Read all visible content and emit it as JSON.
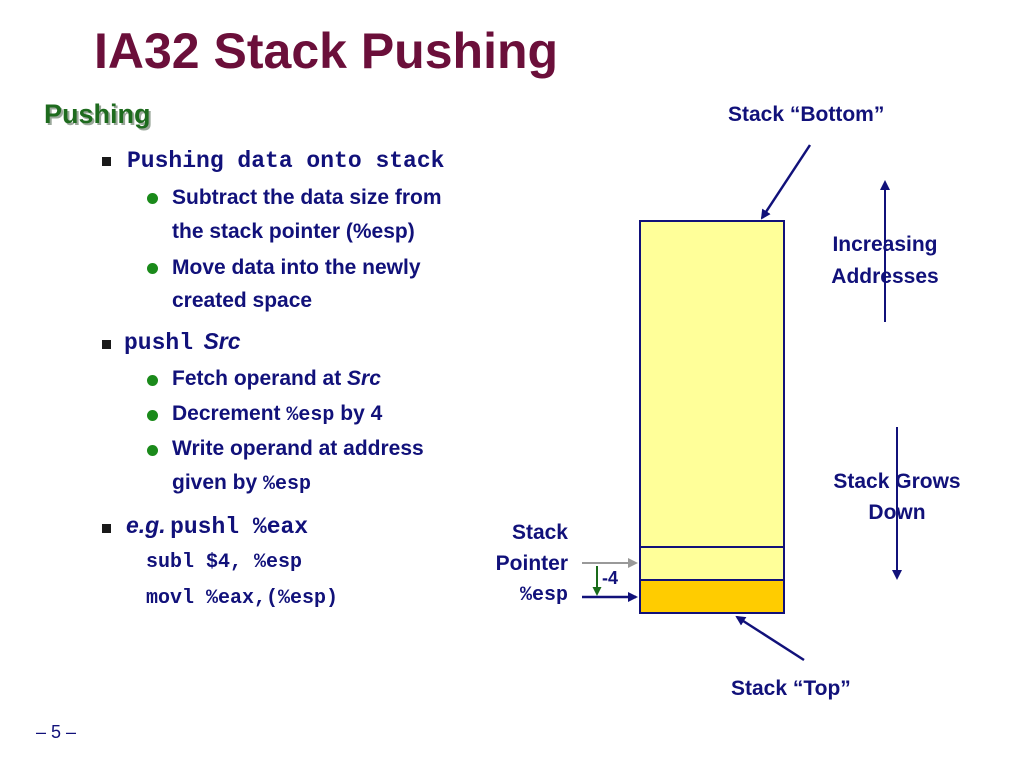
{
  "title": "IA32 Stack Pushing",
  "section_heading": "Pushing",
  "bullets": {
    "b1": "Pushing data onto stack",
    "b1_sub1_line1": "Subtract the data size from",
    "b1_sub1_line2": "the stack pointer (%esp)",
    "b1_sub2_line1": "Move data into the newly",
    "b1_sub2_line2": "created space",
    "b2_code": "pushl",
    "b2_italic": "Src",
    "b2_sub1_text": "Fetch operand at",
    "b2_sub1_italic": "Src",
    "b2_sub2_pre": "Decrement",
    "b2_sub2_code": "%esp",
    "b2_sub2_post": "by 4",
    "b2_sub3_line1": "Write operand at address",
    "b2_sub3_pre": "given by",
    "b2_sub3_code": "%esp",
    "b3_italic": "e.g.",
    "b3_code": "pushl %eax",
    "code_line1": "subl $4, %esp",
    "code_line2": "movl %eax,(%esp)"
  },
  "diagram": {
    "stack_bottom": "Stack “Bottom”",
    "increasing_line1": "Increasing",
    "increasing_line2": "Addresses",
    "grows_line1": "Stack Grows",
    "grows_line2": "Down",
    "pointer_line1": "Stack",
    "pointer_line2": "Pointer",
    "pointer_reg": "%esp",
    "offset": "-4",
    "stack_top": "Stack “Top”",
    "colors": {
      "stack_fill": "#ffff99",
      "new_slot_fill": "#ffcc00",
      "arrow": "#11117a",
      "grey_arrow": "#999999",
      "offset_arrow": "#1a6b1a"
    }
  },
  "footer": "– 5 –"
}
